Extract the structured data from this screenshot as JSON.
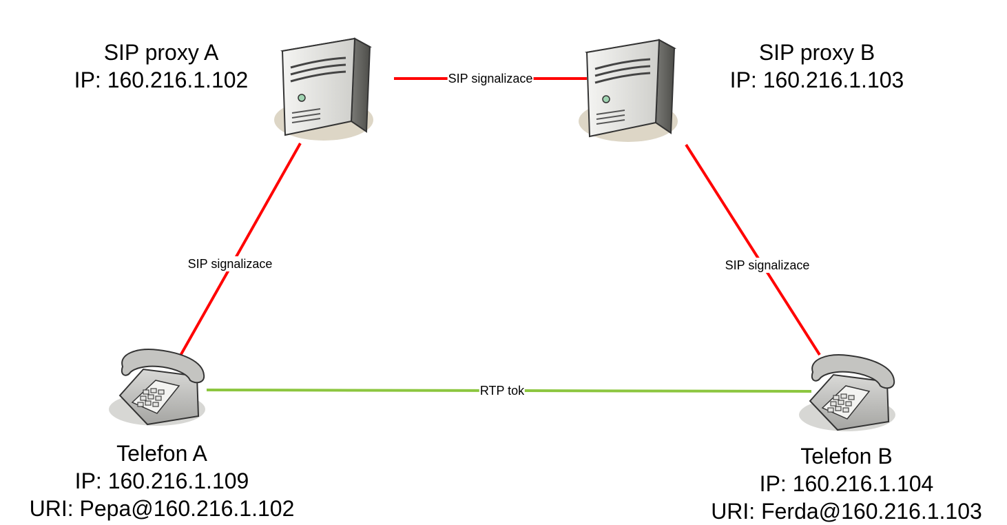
{
  "nodes": {
    "proxy_a": {
      "name": "SIP proxy A",
      "ip": "IP: 160.216.1.102"
    },
    "proxy_b": {
      "name": "SIP proxy B",
      "ip": "IP: 160.216.1.103"
    },
    "phone_a": {
      "name": "Telefon A",
      "ip": "IP: 160.216.1.109",
      "uri": "URI: Pepa@160.216.1.102"
    },
    "phone_b": {
      "name": "Telefon B",
      "ip": "IP: 160.216.1.104",
      "uri": "URI: Ferda@160.216.1.103"
    }
  },
  "edges": {
    "proxy_link": {
      "label": "SIP signalizace",
      "color": "#ff0000"
    },
    "proxy_a_phone": {
      "label": "SIP signalizace",
      "color": "#ff0000"
    },
    "proxy_b_phone": {
      "label": "SIP signalizace",
      "color": "#ff0000"
    },
    "rtp": {
      "label": "RTP tok",
      "color": "#8cc63f"
    }
  },
  "icons": {
    "proxy_a": "server-icon",
    "proxy_b": "server-icon",
    "phone_a": "telephone-icon",
    "phone_b": "telephone-icon"
  }
}
